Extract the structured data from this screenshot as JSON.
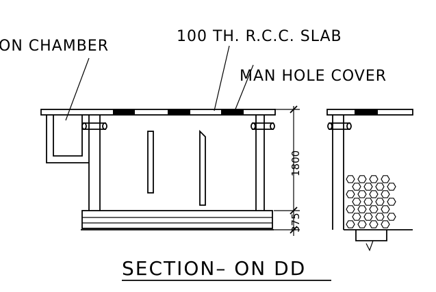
{
  "labels": {
    "chamber": "ON CHAMBER",
    "slab": "100 TH. R.C.C. SLAB",
    "manhole": "MAN HOLE COVER"
  },
  "dimensions": {
    "height_main": "1800",
    "height_base": "375"
  },
  "title": "SECTION– ON DD"
}
